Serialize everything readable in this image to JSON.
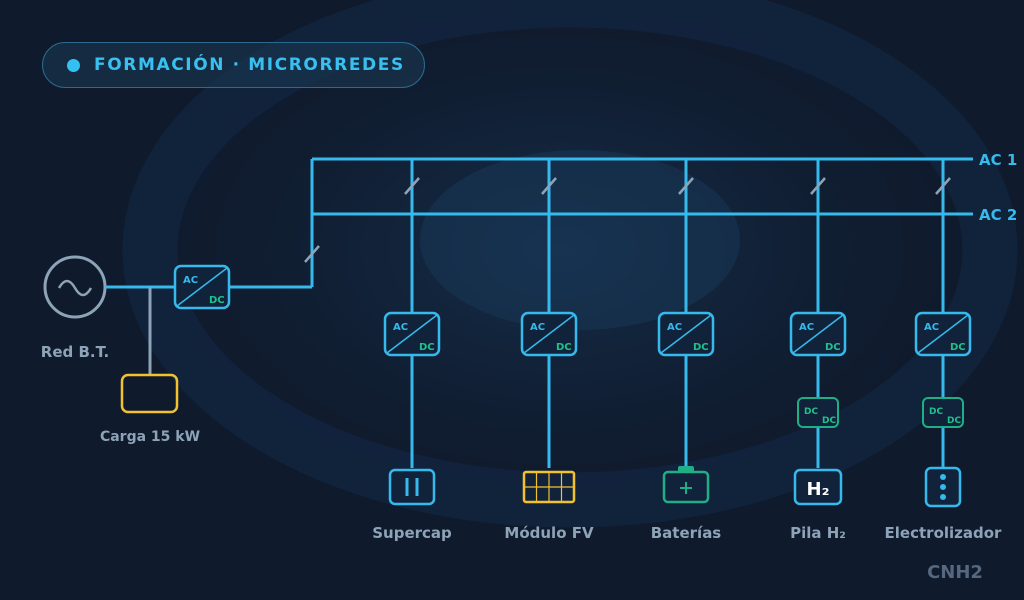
{
  "header": {
    "badge_text": "FORMACIÓN · MICRORREDES"
  },
  "buses": {
    "ac1": "AC 1",
    "ac2": "AC 2"
  },
  "grid": {
    "label": "Red B.T."
  },
  "load": {
    "label": "Carga 15 kW"
  },
  "converter": {
    "in": "AC",
    "out": "DC"
  },
  "dcdc": {
    "in": "DC",
    "out": "DC"
  },
  "hydrogen_symbol": "H₂",
  "units": [
    {
      "label": "Supercap"
    },
    {
      "label": "Módulo FV"
    },
    {
      "label": "Baterías"
    },
    {
      "label": "Pila H₂"
    },
    {
      "label": "Electrolizador"
    }
  ],
  "watermark": "CNH2",
  "colors": {
    "bus": "#36b9ec",
    "ac_text": "#36b9ec",
    "dc_text": "#1fc28c",
    "load": "#f2c12e",
    "battery": "#1fae86",
    "grid_stroke": "#8ea3b8"
  }
}
